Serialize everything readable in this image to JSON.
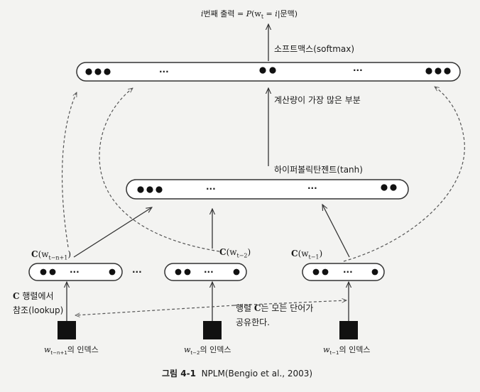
{
  "top_output": {
    "part1": "i",
    "part2": "번째 출력 = ",
    "part3": "P",
    "part4": "(w",
    "part5": "t",
    "part6": " = ",
    "part7": "i",
    "part8": "|문맥)"
  },
  "softmax_label": "소프트맥스(softmax)",
  "compute_label": "계산량이 가장 많은 부분",
  "tanh_label": "하이퍼볼릭탄젠트(tanh)",
  "c_labels": {
    "left": {
      "c": "C",
      "open": "(w",
      "sub": "t−n+1",
      "close": ")"
    },
    "middle": {
      "c": "C",
      "open": "(w",
      "sub": "t−2",
      "close": ")"
    },
    "right": {
      "c": "C",
      "open": "(w",
      "sub": "t−1",
      "close": ")"
    }
  },
  "lookup_label": {
    "line1_c": "C",
    "line1_rest": " 행렬에서",
    "line2": "참조(lookup)"
  },
  "shared_label": {
    "line1_a": "행렬 ",
    "line1_c": "C",
    "line1_b": "는 모든 단어가",
    "line2": "공유한다."
  },
  "index_labels": {
    "left": {
      "w": "w",
      "sub": "t−n+1",
      "rest": "의 인덱스"
    },
    "middle": {
      "w": "w",
      "sub": "t−2",
      "rest": "의 인덱스"
    },
    "right": {
      "w": "w",
      "sub": "t−1",
      "rest": "의 인덱스"
    }
  },
  "ellipsis": "···",
  "caption": {
    "label": "그림 4-1",
    "text": "NPLM(Bengio et al., 2003)"
  }
}
